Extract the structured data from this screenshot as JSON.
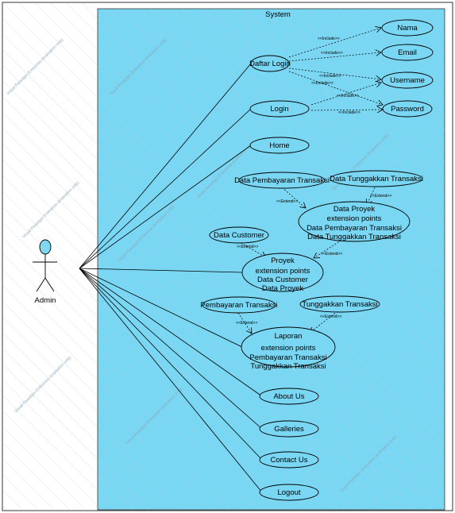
{
  "system": {
    "label": "System"
  },
  "actor": {
    "label": "Admin"
  },
  "colors": {
    "system_bg": "#79d7f3",
    "usecase_bg": "#79d7f3",
    "actor_head": "#7fd7f0",
    "line": "#000000"
  },
  "watermark": "Visual Paradigm Enterprise (evaluation only)",
  "use_cases": {
    "nama": "Nama",
    "email": "Email",
    "daftar_login": "Daftar Login",
    "username": "Username",
    "login": "Login",
    "password": "Password",
    "home": "Home",
    "data_pembayaran_transaksi": "Data Pembayaran Transaksi",
    "data_tunggakkan_transaksi": "Data Tunggakkan Transaksi",
    "data_proyek": {
      "title": "Data Proyek",
      "ext_header": "extension points",
      "ext1": "Data Pembayaran Transaksi",
      "ext2": "Data Tunggakkan Transaksi"
    },
    "data_customer": "Data Customer",
    "proyek": {
      "title": "Proyek",
      "ext_header": "extension points",
      "ext1": "Data Customer",
      "ext2": "Data Proyek"
    },
    "pembayaran_transaksi": "Pembayaran Transaksi",
    "tunggakkan_transaksi": "Tunggakkan Transaksi",
    "laporan": {
      "title": "Laporan",
      "ext_header": "extension points",
      "ext1": "Pembayaran Transaksi",
      "ext2": "Tunggakkan Transaksi"
    },
    "about_us": "About Us",
    "galleries": "Galleries",
    "contact_us": "Contact Us",
    "logout": "Logout"
  },
  "relations": {
    "include": "<<Include>>",
    "extend": "<<Extend>>"
  }
}
